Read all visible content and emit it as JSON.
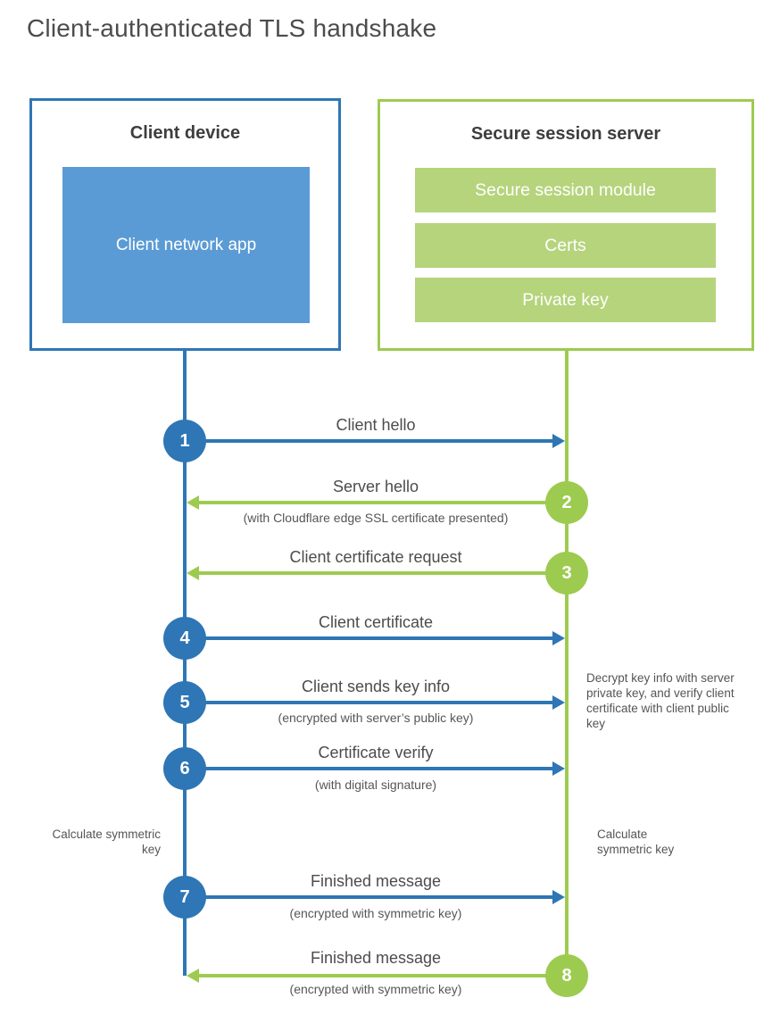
{
  "page": {
    "title": "Client-authenticated TLS handshake"
  },
  "colors": {
    "blue_stroke": "#2e76b5",
    "blue_fill": "#5b9bd5",
    "green_stroke": "#9dcb50",
    "green_fill": "#b5d47c",
    "text_dark": "#4c4c4c",
    "text_mid": "#565656"
  },
  "client_box": {
    "title": "Client device",
    "app_label": "Client network app"
  },
  "server_box": {
    "title": "Secure session server",
    "modules": [
      "Secure session module",
      "Certs",
      "Private key"
    ]
  },
  "steps": [
    {
      "num": "1",
      "direction": "client-to-server",
      "label": "Client hello"
    },
    {
      "num": "2",
      "direction": "server-to-client",
      "label": "Server hello",
      "sub": "(with Cloudflare edge SSL certificate presented)"
    },
    {
      "num": "3",
      "direction": "server-to-client",
      "label": "Client certificate request"
    },
    {
      "num": "4",
      "direction": "client-to-server",
      "label": "Client certificate"
    },
    {
      "num": "5",
      "direction": "client-to-server",
      "label": "Client sends key info",
      "sub": "(encrypted with server’s public key)"
    },
    {
      "num": "6",
      "direction": "client-to-server",
      "label": "Certificate verify",
      "sub": "(with digital signature)"
    },
    {
      "num": "7",
      "direction": "client-to-server",
      "label": "Finished message",
      "sub": "(encrypted with symmetric key)"
    },
    {
      "num": "8",
      "direction": "server-to-client",
      "label": "Finished message",
      "sub": "(encrypted with symmetric key)"
    }
  ],
  "annotations": {
    "server_note": "Decrypt key info with server private key, and verify client certificate with client public key",
    "client_calc": "Calculate symmetric key",
    "server_calc": "Calculate symmetric key"
  }
}
